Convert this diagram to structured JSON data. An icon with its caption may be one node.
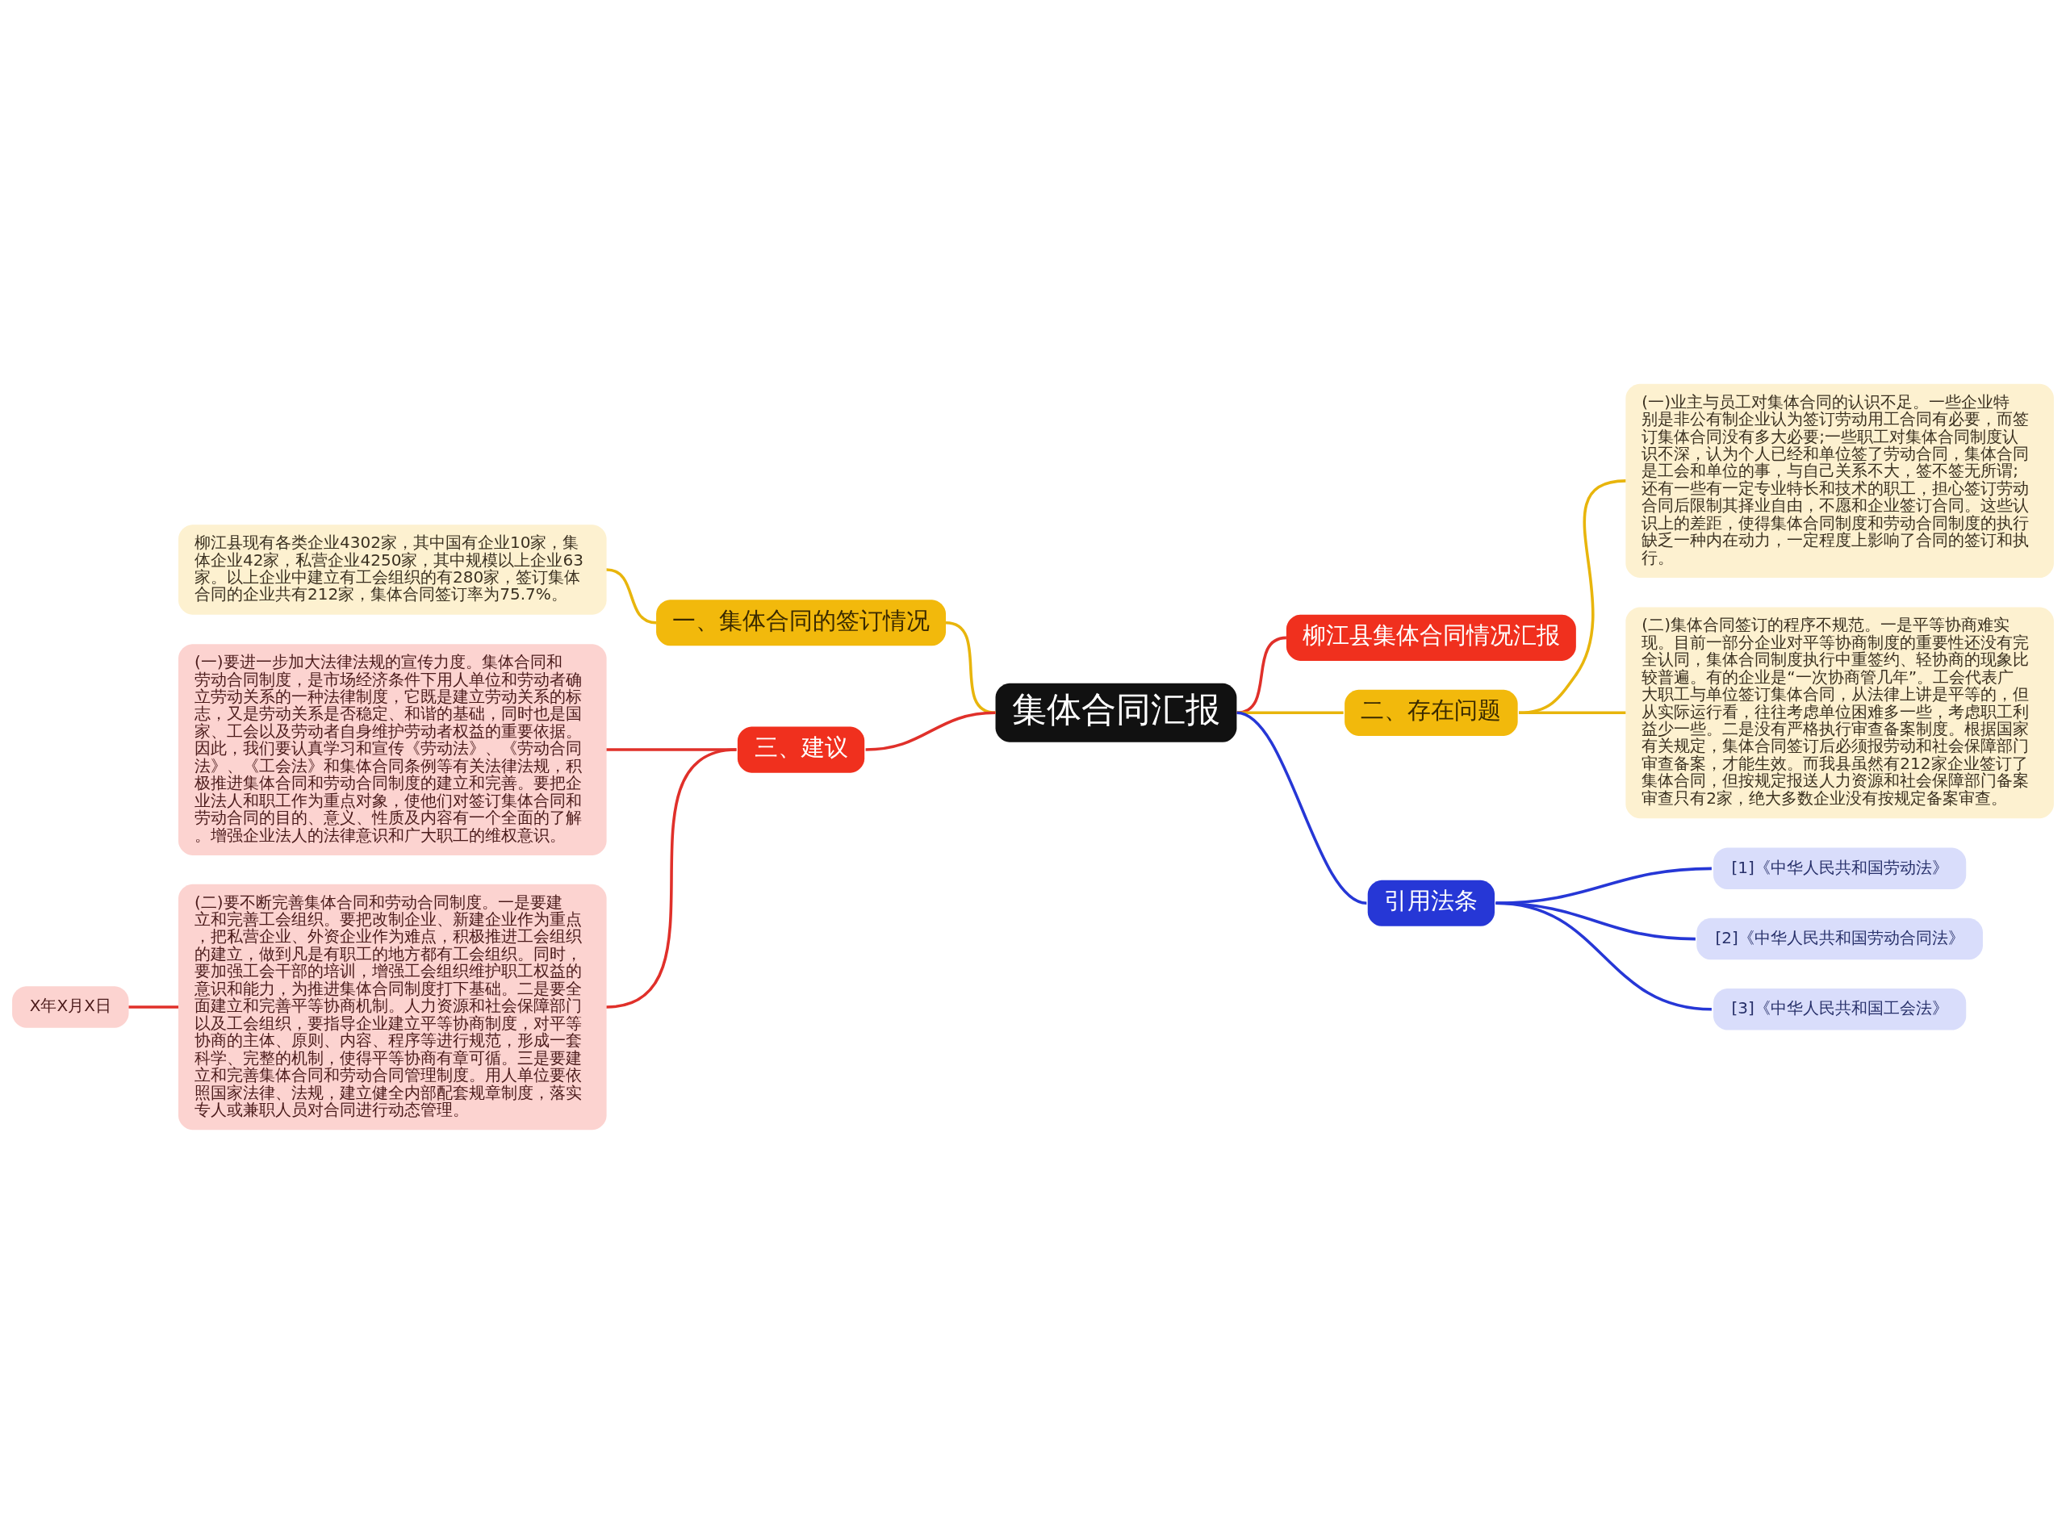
{
  "diagram": {
    "nodes": [
      {
        "text": [
          "集体合同汇报"
        ]
      },
      {
        "text": [
          "柳江县集体合同情况汇报"
        ]
      },
      {
        "text": [
          "一、集体合同的签订情况"
        ]
      },
      {
        "text": [
          "柳江县现有各类企业4302家，其中国有企业10家，集体企业42家，私营企业4250家，其中规模以上企业63家。以上企业中建立有工会组织的有280家，签订集体合同的企业共有212家，集体合同签订率为75.7%。"
        ]
      },
      {
        "text": [
          "二、存在问题"
        ]
      },
      {
        "text": [
          "(一)业主与员工对集体合同的认识不足。一些企业特别是非公有制企业认为签订劳动用工合同有必要，而签订集体合同没有多大必要;一些职工对集体合同制度认识不深，认为个人已经和单位签了劳动合同，集体合同是工会和单位的事，与自己关系不大，签不签无所谓;还有一些有一定专业特长和技术的职工，担心签订劳动合同后限制其择业自由，不愿和企业签订合同。这些认识上的差距，使得集体合同制度和劳动合同制度的执行缺乏一种内在动力，一定程度上影响了合同的签订和执行。"
        ]
      },
      {
        "text": [
          "(二)集体合同签订的程序不规范。一是平等协商难实现。目前一部分企业对平等协商制度的重要性还没有完全认同，集体合同制度执行中重签约、轻协商的现象比较普遍。有的企业是“一次协商管几年”。工会代表广大职工与单位签订集体合同，从法律上讲是平等的，但从实际运行看，往往考虑单位困难多一些，考虑职工利益少一些。二是没有严格执行审查备案制度。根据国家有关规定，集体合同签订后必须报劳动和社会保障部门审查备案，才能生效。而我县虽然有212家企业签订了集体合同，但按规定报送人力资源和社会保障部门备案审查只有2家，绝大多数企业没有按规定备案审查。"
        ]
      },
      {
        "text": [
          "三、建议"
        ]
      },
      {
        "text": [
          "(一)要进一步加大法律法规的宣传力度。集体合同和劳动合同制度，是市场经济条件下用人单位和劳动者确立劳动关系的一种法律制度，它既是建立劳动关系的标志，又是劳动关系是否稳定、和谐的基础，同时也是国家、工会以及劳动者自身维护劳动者权益的重要依据。因此，我们要认真学习和宣传《劳动法》、《劳动合同法》、《工会法》和集体合同条例等有关法律法规，积极推进集体合同和劳动合同制度的建立和完善。要把企业法人和职工作为重点对象，使他们对签订集体合同和劳动合同的目的、意义、性质及内容有一个全面的了解。增强企业法人的法律意识和广大职工的维权意识。"
        ]
      },
      {
        "text": [
          "(二)要不断完善集体合同和劳动合同制度。一是要建立和完善工会组织。要把改制企业、新建企业作为重点，把私营企业、外资企业作为难点，积极推进工会组织的建立，做到凡是有职工的地方都有工会组织。同时，要加强工会干部的培训，增强工会组织维护职工权益的意识和能力，为推进集体合同制度打下基础。二是要全面建立和完善平等协商机制。人力资源和社会保障部门以及工会组织，要指导企业建立平等协商制度，对平等协商的主体、原则、内容、程序等进行规范，形成一套科学、完整的机制，使得平等协商有章可循。三是要建立和完善集体合同和劳动合同管理制度。用人单位要依照国家法律、法规，建立健全内部配套规章制度，落实专人或兼职人员对合同进行动态管理。"
        ]
      },
      {
        "text": [
          "X年X月X日"
        ]
      },
      {
        "text": [
          "引用法条"
        ]
      },
      {
        "text": [
          "[1]《中华人民共和国劳动法》"
        ]
      },
      {
        "text": [
          "[2]《中华人民共和国劳动合同法》"
        ]
      },
      {
        "text": [
          "[3]《中华人民共和国工会法》"
        ]
      }
    ],
    "edges": [
      {
        "from": 0,
        "to": 1,
        "arrow": "none",
        "color": "#e0302a"
      },
      {
        "from": 0,
        "to": 2,
        "arrow": "none",
        "color": "#e8b50c"
      },
      {
        "from": 2,
        "to": 3,
        "arrow": "none",
        "color": "#e8b50c"
      },
      {
        "from": 0,
        "to": 4,
        "arrow": "none",
        "color": "#e8b50c"
      },
      {
        "from": 4,
        "to": 5,
        "arrow": "none",
        "color": "#e8b50c"
      },
      {
        "from": 4,
        "to": 6,
        "arrow": "none",
        "color": "#e8b50c"
      },
      {
        "from": 0,
        "to": 7,
        "arrow": "none",
        "color": "#e0302a"
      },
      {
        "from": 7,
        "to": 8,
        "arrow": "none",
        "color": "#e0302a"
      },
      {
        "from": 7,
        "to": 9,
        "arrow": "none",
        "color": "#e0302a"
      },
      {
        "from": 9,
        "to": 10,
        "arrow": "none",
        "color": "#e0302a"
      },
      {
        "from": 0,
        "to": 11,
        "arrow": "none",
        "color": "#2637d6"
      },
      {
        "from": 11,
        "to": 12,
        "arrow": "none",
        "color": "#2637d6"
      },
      {
        "from": 11,
        "to": 13,
        "arrow": "none",
        "color": "#2637d6"
      },
      {
        "from": 11,
        "to": 14,
        "arrow": "none",
        "color": "#2637d6"
      }
    ]
  }
}
